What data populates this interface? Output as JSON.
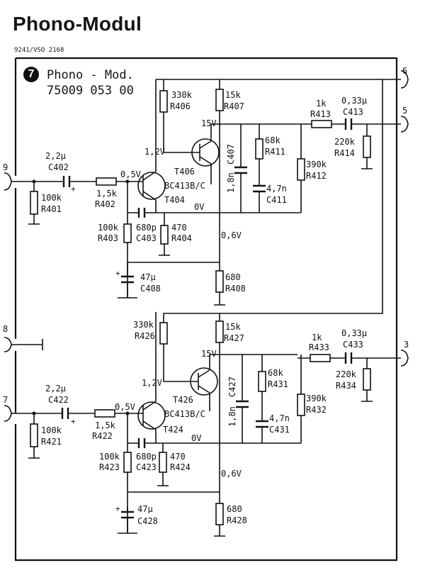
{
  "title": "Phono-Modul",
  "doc_code": "9241/VSO 2168",
  "module": {
    "number": "7",
    "name": "Phono - Mod.",
    "part_no": "75009 053 00"
  },
  "terminals": {
    "t6": "6",
    "t5": "5",
    "t9": "9",
    "t8": "8",
    "t7": "7",
    "t3": "3"
  },
  "channel1": {
    "c402": [
      "2,2μ",
      "C402"
    ],
    "r401": [
      "100k",
      "R401"
    ],
    "r402": [
      "1,5k",
      "R402"
    ],
    "r403": [
      "100k",
      "R403"
    ],
    "c403": [
      "680p",
      "C403"
    ],
    "r404": [
      "470",
      "R404"
    ],
    "c408": [
      "47μ",
      "C408"
    ],
    "r406": [
      "330k",
      "R406"
    ],
    "r407": [
      "15k",
      "R407"
    ],
    "c407": [
      "1,8n",
      "C407"
    ],
    "r411": [
      "68k",
      "R411"
    ],
    "c411": [
      "4,7n",
      "C411"
    ],
    "r412": [
      "390k",
      "R412"
    ],
    "r413": [
      "1k",
      "R413"
    ],
    "c413": [
      "0,33μ",
      "C413"
    ],
    "r414": [
      "220k",
      "R414"
    ],
    "r408": [
      "680",
      "R408"
    ],
    "t404": "T404",
    "t406": "T406",
    "type": "BC413B/C",
    "v_base": "0,5V",
    "v_col": "1,2V",
    "v_supply": "15V",
    "v_zero": "0V",
    "v_emit": "0,6V"
  },
  "channel2": {
    "c422": [
      "2,2μ",
      "C422"
    ],
    "r421": [
      "100k",
      "R421"
    ],
    "r422": [
      "1,5k",
      "R422"
    ],
    "r423": [
      "100k",
      "R423"
    ],
    "c423": [
      "680p",
      "C423"
    ],
    "r424": [
      "470",
      "R424"
    ],
    "c428": [
      "47μ",
      "C428"
    ],
    "r426": [
      "330k",
      "R426"
    ],
    "r427": [
      "15k",
      "R427"
    ],
    "c427": [
      "1,8n",
      "C427"
    ],
    "r431": [
      "68k",
      "R431"
    ],
    "c431": [
      "4,7n",
      "C431"
    ],
    "r432": [
      "390k",
      "R432"
    ],
    "r433": [
      "1k",
      "R433"
    ],
    "c433": [
      "0,33μ",
      "C433"
    ],
    "r434": [
      "220k",
      "R434"
    ],
    "r428": [
      "680",
      "R428"
    ],
    "t424": "T424",
    "t426": "T426",
    "type": "BC413B/C",
    "v_base": "0,5V",
    "v_col": "1,2V",
    "v_supply": "15V",
    "v_zero": "0V",
    "v_emit": "0,6V"
  }
}
